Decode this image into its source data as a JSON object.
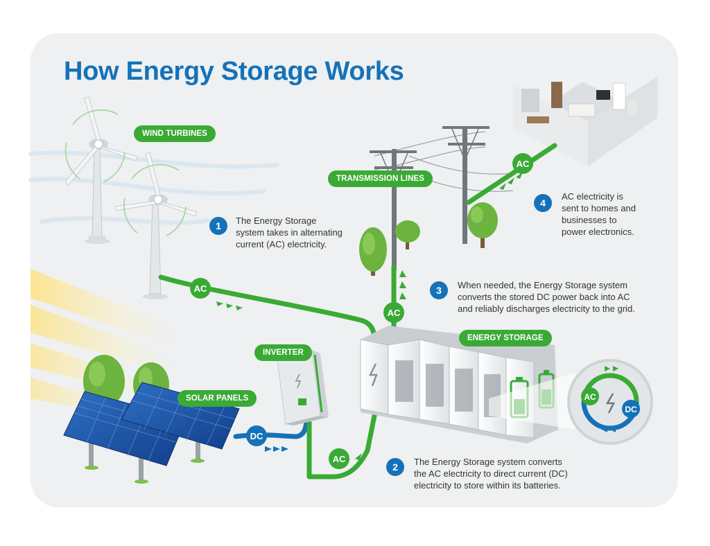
{
  "title": "How Energy Storage Works",
  "labels": {
    "wind_turbines": "WIND TURBINES",
    "transmission_lines": "TRANSMISSION LINES",
    "inverter": "INVERTER",
    "solar_panels": "SOLAR PANELS",
    "energy_storage": "ENERGY STORAGE"
  },
  "flow_badges": {
    "ac": "AC",
    "dc": "DC"
  },
  "steps": [
    {
      "number": "1",
      "text": [
        "The Energy Storage",
        "system takes in alternating",
        "current (AC) electricity."
      ]
    },
    {
      "number": "2",
      "text": [
        "The Energy Storage system converts",
        "the AC electricity to direct current (DC)",
        "electricity to store within its batteries."
      ]
    },
    {
      "number": "3",
      "text": [
        "When needed, the Energy Storage system",
        "converts the stored DC power back into AC",
        "and reliably discharges electricity to the grid."
      ]
    },
    {
      "number": "4",
      "text": [
        "AC electricity is",
        "sent to homes and",
        "businesses to",
        "power electronics."
      ]
    }
  ],
  "colors": {
    "brand_blue": "#1572b8",
    "green": "#3aaa35",
    "panel_bg": "#eef0f1"
  },
  "icons": [
    "lightning-bolt-icon",
    "battery-icon",
    "tree-icon",
    "wind-turbine-icon",
    "solar-panel-icon",
    "transmission-tower-icon",
    "house-icon"
  ]
}
